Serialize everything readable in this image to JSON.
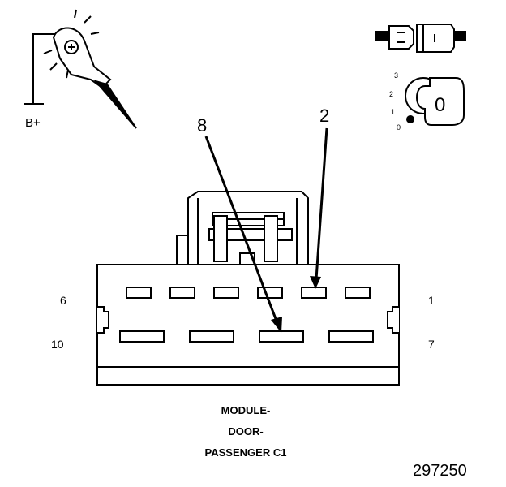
{
  "probe": {
    "supply_label": "B+"
  },
  "ignition_key": {
    "positions": [
      "3",
      "2",
      "1",
      "0"
    ],
    "key_label": "0"
  },
  "callouts": {
    "left": "8",
    "right": "2"
  },
  "connector": {
    "pin_labels": {
      "top_left": "6",
      "top_right": "1",
      "bottom_left": "10",
      "bottom_right": "7"
    },
    "name_lines": [
      "MODULE-",
      "DOOR-",
      "PASSENGER C1"
    ]
  },
  "figure_number": "297250"
}
